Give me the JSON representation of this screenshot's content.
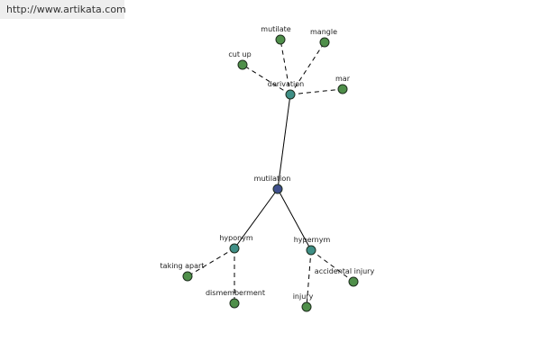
{
  "header": {
    "url": "http://www.artikata.com"
  },
  "colors": {
    "center": "#3f4f8c",
    "relation": "#3f8f86",
    "leaf": "#4f8f4a",
    "node_outline": "#1e2d1e",
    "edge": "#000000"
  },
  "nodes": {
    "center": {
      "label": "mutilation",
      "kind": "center"
    },
    "derivation": {
      "label": "derivation",
      "kind": "relation"
    },
    "hyponym": {
      "label": "hyponym",
      "kind": "relation"
    },
    "hypernym": {
      "label": "hypernym",
      "kind": "relation"
    },
    "mutilate": {
      "label": "mutilate",
      "kind": "leaf"
    },
    "mangle": {
      "label": "mangle",
      "kind": "leaf"
    },
    "cut_up": {
      "label": "cut up",
      "kind": "leaf"
    },
    "mar": {
      "label": "mar",
      "kind": "leaf"
    },
    "taking_apart": {
      "label": "taking apart",
      "kind": "leaf"
    },
    "dismemberment": {
      "label": "dismemberment",
      "kind": "leaf"
    },
    "accidental_injury": {
      "label": "accidental injury",
      "kind": "leaf"
    },
    "injury": {
      "label": "injury",
      "kind": "leaf"
    }
  },
  "edges": [
    {
      "from": "center",
      "to": "derivation",
      "style": "solid"
    },
    {
      "from": "center",
      "to": "hyponym",
      "style": "solid"
    },
    {
      "from": "center",
      "to": "hypernym",
      "style": "solid"
    },
    {
      "from": "derivation",
      "to": "mutilate",
      "style": "dashed"
    },
    {
      "from": "derivation",
      "to": "mangle",
      "style": "dashed"
    },
    {
      "from": "derivation",
      "to": "cut_up",
      "style": "dashed"
    },
    {
      "from": "derivation",
      "to": "mar",
      "style": "dashed"
    },
    {
      "from": "hyponym",
      "to": "taking_apart",
      "style": "dashed"
    },
    {
      "from": "hyponym",
      "to": "dismemberment",
      "style": "dashed"
    },
    {
      "from": "hypernym",
      "to": "accidental_injury",
      "style": "dashed"
    },
    {
      "from": "hypernym",
      "to": "injury",
      "style": "dashed"
    }
  ]
}
